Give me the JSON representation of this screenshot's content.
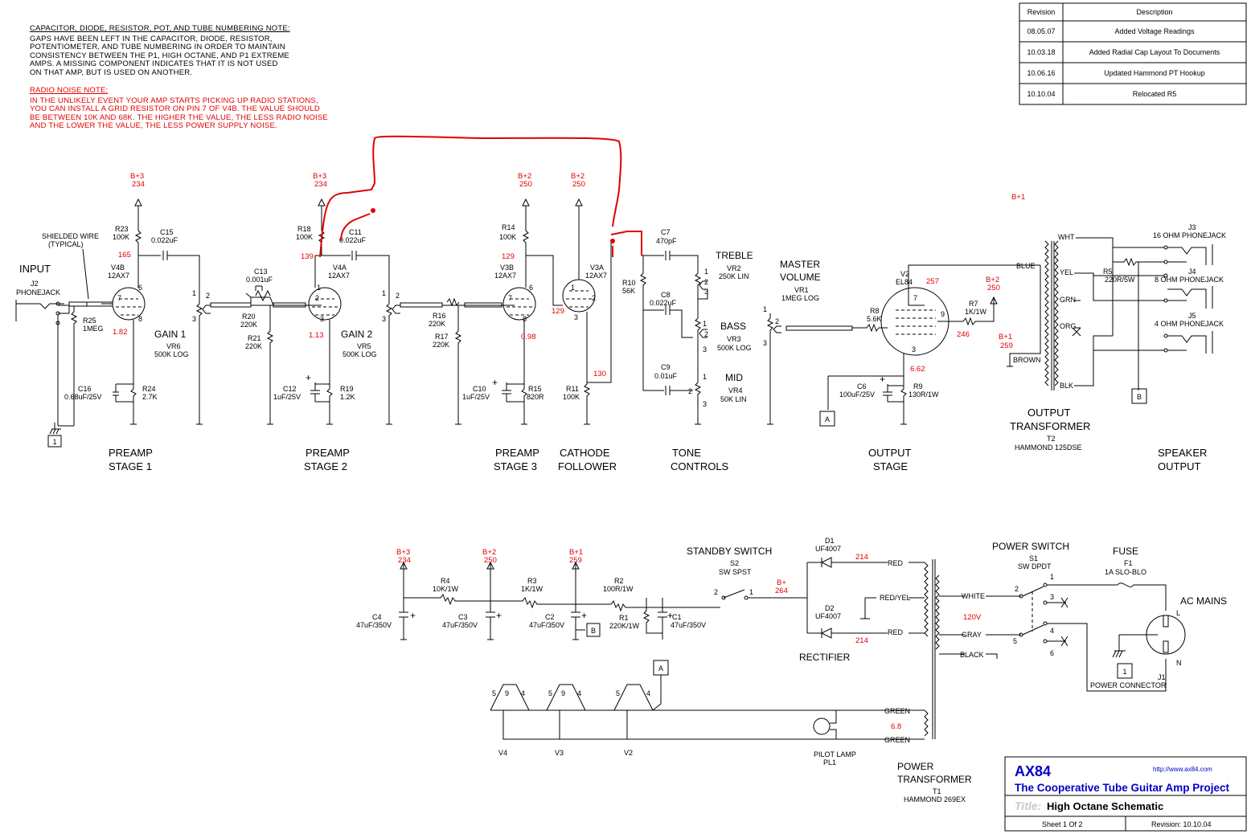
{
  "notes": {
    "capacitor_heading": "CAPACITOR, DIODE, RESISTOR, POT, AND TUBE NUMBERING NOTE:",
    "capacitor_body": "GAPS HAVE BEEN LEFT IN THE CAPACITOR, DIODE, RESISTOR,\nPOTENTIOMETER, AND TUBE NUMBERING IN ORDER TO MAINTAIN\nCONSISTENCY BETWEEN THE P1, HIGH OCTANE, AND P1 EXTREME\nAMPS.  A MISSING COMPONENT INDICATES THAT IT IS NOT USED\nON THAT AMP, BUT IS USED ON ANOTHER.",
    "radio_heading": "RADIO NOISE NOTE:",
    "radio_body": "IN THE UNLIKELY EVENT YOUR AMP STARTS PICKING UP RADIO STATIONS,\nYOU CAN INSTALL A GRID RESISTOR ON PIN 7 OF V4B.  THE VALUE SHOULD\nBE BETWEEN 10K AND 68K.  THE HIGHER THE VALUE, THE LESS RADIO NOISE\nAND THE LOWER THE VALUE, THE LESS POWER SUPPLY NOISE."
  },
  "revisions": {
    "header_revision": "Revision",
    "header_description": "Description",
    "rows": [
      {
        "date": "08.05.07",
        "desc": "Added Voltage Readings"
      },
      {
        "date": "10.03.18",
        "desc": "Added Radial Cap Layout To Documents"
      },
      {
        "date": "10.06.16",
        "desc": "Updated Hammond PT Hookup"
      },
      {
        "date": "10.10.04",
        "desc": "Relocated R5"
      }
    ]
  },
  "title_block": {
    "brand": "AX84",
    "url": "http://www.ax84.com",
    "tagline": "The Cooperative Tube Guitar Amp Project",
    "title_label": "Title:",
    "title": "High Octane Schematic",
    "sheet": "Sheet 1 Of 2",
    "revision": "Revision: 10.10.04"
  },
  "sections": [
    "PREAMP",
    "STAGE 1",
    "PREAMP",
    "STAGE 2",
    "PREAMP",
    "STAGE 3",
    "CATHODE",
    "FOLLOWER",
    "TONE",
    "CONTROLS",
    "OUTPUT",
    "STAGE",
    "SPEAKER",
    "OUTPUT",
    "OUTPUT",
    "TRANSFORMER",
    "T2",
    "HAMMOND 125DSE",
    "POWER",
    "TRANSFORMER",
    "T1",
    "HAMMOND 269EX",
    "RECTIFIER",
    "STANDBY SWITCH",
    "POWER SWITCH",
    "FUSE",
    "AC MAINS",
    "POWER CONNECTOR",
    "PILOT LAMP",
    "PL1"
  ],
  "labels": {
    "input": "INPUT",
    "j2": "J2",
    "phonejack": "PHONEJACK",
    "shielded1": "SHIELDED WIRE",
    "shielded2": "(TYPICAL)",
    "r25": "R25",
    "r25v": "1MEG",
    "v4b": "V4B",
    "v4bt": "12AX7",
    "r23": "R23",
    "r23v": "100K",
    "c15": "C15",
    "c15v": "0.022uF",
    "gain1": "GAIN 1",
    "vr6": "VR6",
    "vr6v": "500K LOG",
    "c16": "C16",
    "c16v": "0.68uF/25V",
    "r24": "R24",
    "r24v": "2.7K",
    "c13": "C13",
    "c13v": "0.001uF",
    "r20": "R20",
    "r20v": "220K",
    "r21": "R21",
    "r21v": "220K",
    "r18": "R18",
    "r18v": "100K",
    "v4a": "V4A",
    "v4at": "12AX7",
    "c11": "C11",
    "c11v": "0.022uF",
    "gain2": "GAIN 2",
    "vr5": "VR5",
    "vr5v": "500K LOG",
    "c12": "C12",
    "c12v": "1uF/25V",
    "r19": "R19",
    "r19v": "1.2K",
    "r16": "R16",
    "r16v": "220K",
    "r17": "R17",
    "r17v": "220K",
    "r14": "R14",
    "r14v": "100K",
    "v3b": "V3B",
    "v3bt": "12AX7",
    "c10": "C10",
    "c10v": "1uF/25V",
    "r15": "R15",
    "r15v": "820R",
    "v3a": "V3A",
    "v3at": "12AX7",
    "r11": "R11",
    "r11v": "100K",
    "c7": "C7",
    "c7v": "470pF",
    "r10": "R10",
    "r10v": "56K",
    "c8": "C8",
    "c8v": "0.022uF",
    "c9": "C9",
    "c9v": "0.01uF",
    "treble": "TREBLE",
    "vr2": "VR2",
    "vr2v": "250K LIN",
    "bass": "BASS",
    "vr3": "VR3",
    "vr3v": "500K LOG",
    "mid": "MID",
    "vr4": "VR4",
    "vr4v": "50K LIN",
    "master1": "MASTER",
    "master2": "VOLUME",
    "vr1": "VR1",
    "vr1v": "1MEG LOG",
    "r8": "R8",
    "r8v": "5.6K",
    "v2": "V2",
    "v2t": "EL84",
    "r7": "R7",
    "r7v": "1K/1W",
    "c6": "C6",
    "c6v": "100uF/25V",
    "r9": "R9",
    "r9v": "130R/1W",
    "wht": "WHT",
    "yel": "YEL",
    "grn": "GRN",
    "org": "ORG",
    "blk": "BLK",
    "blue": "BLUE",
    "brown": "BROWN",
    "r5": "R5",
    "r5v": "220R/5W",
    "j3": "J3",
    "j3v": "16 OHM PHONEJACK",
    "j4": "J4",
    "j4v": "8 OHM PHONEJACK",
    "j5": "J5",
    "j5v": "4 OHM PHONEJACK",
    "r4": "R4",
    "r4v": "10K/1W",
    "r3": "R3",
    "r3v": "1K/1W",
    "r2": "R2",
    "r2v": "100R/1W",
    "r1": "R1",
    "r1v": "220K/1W",
    "c4": "C4",
    "c4v": "47uF/350V",
    "c3": "C3",
    "c3v": "47uF/350V",
    "c2": "C2",
    "c2v": "47uF/350V",
    "c1": "C1",
    "c1v": "47uF/350V",
    "s2": "S2",
    "s2v": "SW SPST",
    "d1": "D1",
    "d1v": "UF4007",
    "d2": "D2",
    "d2v": "UF4007",
    "red": "RED",
    "redyel": "RED/YEL",
    "white": "WHITE",
    "gray": "GRAY",
    "black": "BLACK",
    "green": "GREEN",
    "s1": "S1",
    "s1v": "SW DPDT",
    "f1": "F1",
    "f1v": "1A SLO-BLO",
    "j1": "J1",
    "l": "L",
    "n": "N",
    "v4": "V4",
    "v3": "V3",
    "v2h": "V2",
    "bp3": "B+3",
    "bp2": "B+2",
    "bp1": "B+1",
    "bp": "B+",
    "ga": "A",
    "gb": "B",
    "g1": "1"
  },
  "pins": [
    "6",
    "7",
    "8",
    "1",
    "2",
    "3",
    "9",
    "5",
    "4"
  ],
  "voltages": {
    "v234": "234",
    "v250": "250",
    "v259": "259",
    "v264": "264",
    "v165": "165",
    "v182": "1.82",
    "v139": "139",
    "v113": "1.13",
    "v129": "129",
    "v098": "0.98",
    "v129b": "129",
    "v130": "130",
    "v257": "257",
    "v246": "246",
    "v662": "6.62",
    "v214": "214",
    "v120": "120V",
    "v68": "6.8"
  },
  "colors": {
    "ink": "#000000",
    "voltage": "#e00000",
    "markup": "#e00000",
    "title_blue": "#0000c8"
  }
}
